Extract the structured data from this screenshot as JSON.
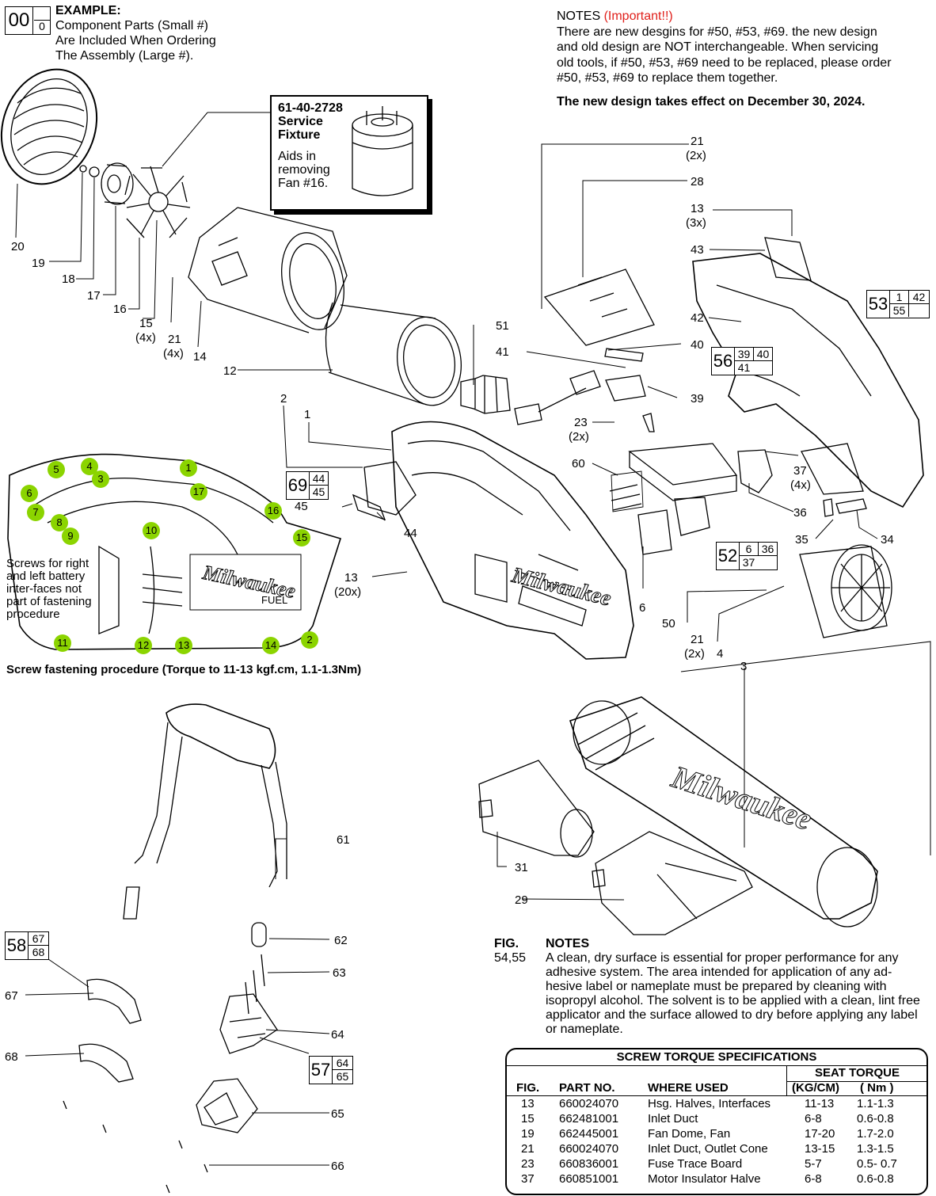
{
  "example": {
    "big": "00",
    "small": "0",
    "title": "EXAMPLE:",
    "line1": "Component Parts (Small #)",
    "line2": "Are Included When Ordering",
    "line3": "The Assembly (Large #)."
  },
  "notes_top": {
    "heading": "NOTES",
    "important": "(Important!!)",
    "line1": "There are new desgins for #50, #53, #69. the new design",
    "line2": "and old design are NOT interchangeable. When servicing",
    "line3": "old tools, if #50, #53, #69 need to be replaced, please order",
    "line4": "#50, #53, #69 to replace them together.",
    "effective": "The new design takes effect on December 30, 2024."
  },
  "fixture": {
    "part": "61-40-2728",
    "name1": "Service",
    "name2": "Fixture",
    "desc1": "Aids in",
    "desc2": "removing",
    "desc3": "Fan #16."
  },
  "kits": [
    {
      "big": "69",
      "a": "44",
      "b": "45"
    },
    {
      "big": "56",
      "a": "39",
      "b": "40",
      "c": "41"
    },
    {
      "big": "53",
      "a": "1",
      "b": "42",
      "c": "55"
    },
    {
      "big": "52",
      "a": "6",
      "b": "36",
      "c": "37"
    },
    {
      "big": "58",
      "a": "67",
      "b": "68"
    },
    {
      "big": "57",
      "a": "64",
      "b": "65"
    }
  ],
  "callouts": {
    "c20": "20",
    "c19": "19",
    "c18": "18",
    "c17": "17",
    "c16": "16",
    "c15": "15",
    "c15q": "(4x)",
    "c21a": "21",
    "c21aq": "(4x)",
    "c14": "14",
    "c12": "12",
    "c2": "2",
    "c1": "1",
    "c45": "45",
    "c44": "44",
    "c13a": "13",
    "c13aq": "(20x)",
    "c51": "51",
    "c41": "41",
    "c40": "40",
    "c39": "39",
    "c23": "23",
    "c23q": "(2x)",
    "c60": "60",
    "c6": "6",
    "c50": "50",
    "c21b": "21",
    "c21bq": "(2x)",
    "c4": "4",
    "c3": "3",
    "c21c": "21",
    "c21cq": "(2x)",
    "c28": "28",
    "c13b": "13",
    "c13bq": "(3x)",
    "c43": "43",
    "c42": "42",
    "c37": "37",
    "c37q": "(4x)",
    "c36": "36",
    "c35": "35",
    "c34": "34",
    "c61": "61",
    "c62": "62",
    "c63": "63",
    "c67": "67",
    "c64": "64",
    "c68": "68",
    "c65": "65",
    "c66": "66",
    "c31": "31",
    "c29": "29"
  },
  "sequence": [
    "1",
    "2",
    "3",
    "4",
    "5",
    "6",
    "7",
    "8",
    "9",
    "10",
    "11",
    "12",
    "13",
    "14",
    "15",
    "16",
    "17"
  ],
  "screw_note": "Screws for right and left battery inter-faces not part of fastening procedure",
  "screw_procedure": "Screw fastening procedure (Torque to 11-13 kgf.cm, 1.1-1.3Nm)",
  "fig_notes": {
    "fig": "FIG.",
    "fig_nums": "54,55",
    "heading": "NOTES",
    "text": "A clean, dry surface is essential for proper performance for any adhesive system. The area intended for application of any ad-hesive label or nameplate must be prepared by cleaning with isopropyl alcohol. The solvent is to be applied with a clean, lint free applicator and the surface allowed to dry before applying any label or nameplate."
  },
  "brand": "Milwaukee",
  "brand_sub": "FUEL",
  "torque_table": {
    "title": "SCREW TORQUE SPECIFICATIONS",
    "seat_torque": "SEAT TORQUE",
    "headers": {
      "fig": "FIG.",
      "part": "PART NO.",
      "where": "WHERE USED",
      "kg": "(KG/CM)",
      "nm": "( Nm )"
    },
    "rows": [
      {
        "fig": "13",
        "part": "660024070",
        "where": "Hsg. Halves, Interfaces",
        "kg": "11-13",
        "nm": "1.1-1.3"
      },
      {
        "fig": "15",
        "part": "662481001",
        "where": "Inlet Duct",
        "kg": "6-8",
        "nm": "0.6-0.8"
      },
      {
        "fig": "19",
        "part": "662445001",
        "where": "Fan Dome, Fan",
        "kg": "17-20",
        "nm": "1.7-2.0"
      },
      {
        "fig": "21",
        "part": "660024070",
        "where": "Inlet Duct, Outlet Cone",
        "kg": "13-15",
        "nm": "1.3-1.5"
      },
      {
        "fig": "23",
        "part": "660836001",
        "where": "Fuse Trace Board",
        "kg": "5-7",
        "nm": "0.5- 0.7"
      },
      {
        "fig": "37",
        "part": "660851001",
        "where": "Motor Insulator Halve",
        "kg": "6-8",
        "nm": "0.6-0.8"
      }
    ]
  }
}
